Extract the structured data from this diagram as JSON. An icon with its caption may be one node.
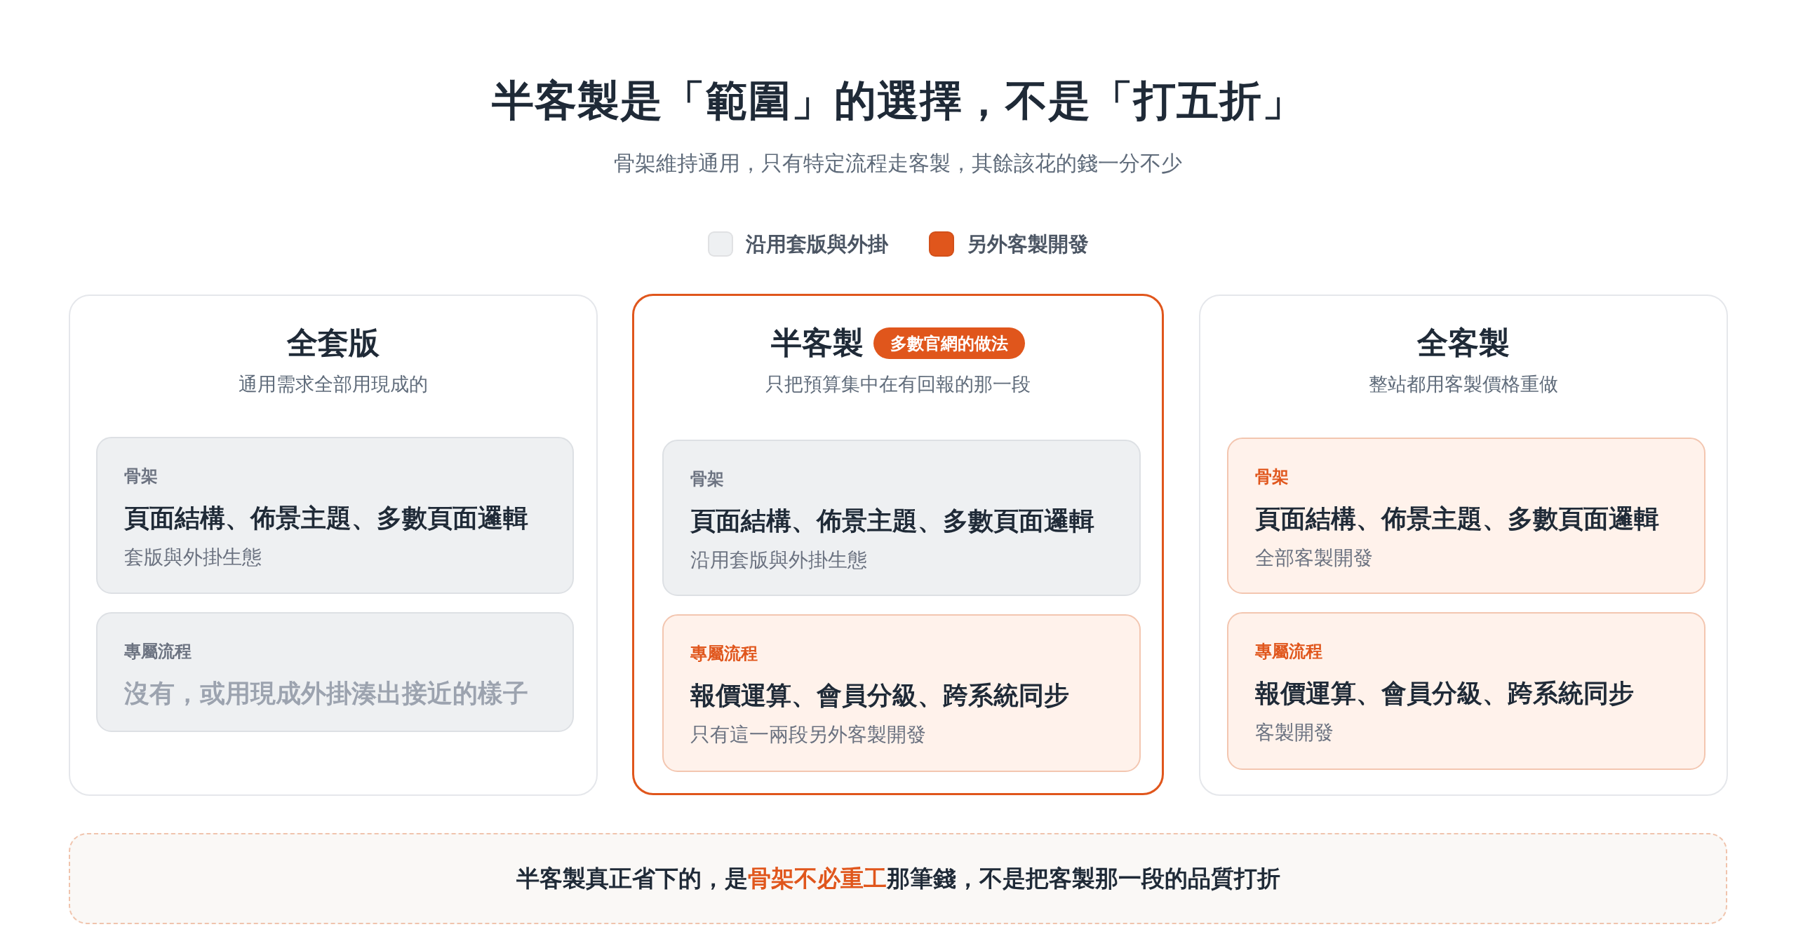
{
  "diagram": {
    "title": "半客製是「範圍」的選擇，不是「打五折」",
    "nodes": [
      {
        "text": [
          "全套版",
          "通用需求全部用現成的"
        ]
      },
      {
        "text": [
          "骨架",
          "頁面結構、佈景主題、多數頁面邏輯",
          "套版與外掛生態"
        ],
        "in": 0
      },
      {
        "text": [
          "專屬流程",
          "沒有，或用現成外掛湊出接近的樣子"
        ],
        "in": 0
      },
      {
        "text": [
          "半客製",
          "只把預算集中在有回報的那一段"
        ]
      },
      {
        "text": [
          "多數官網的做法"
        ],
        "in": 3
      },
      {
        "text": [
          "骨架",
          "頁面結構、佈景主題、多數頁面邏輯",
          "沿用套版與外掛生態"
        ],
        "in": 3
      },
      {
        "text": [
          "專屬流程",
          "報價運算、會員分級、跨系統同步",
          "只有這一兩段另外客製開發"
        ],
        "in": 3
      },
      {
        "text": [
          "全客製",
          "整站都用客製價格重做"
        ]
      },
      {
        "text": [
          "骨架",
          "頁面結構、佈景主題、多數頁面邏輯",
          "全部客製開發"
        ],
        "in": 7
      },
      {
        "text": [
          "專屬流程",
          "報價運算、會員分級、跨系統同步",
          "客製開發"
        ],
        "in": 7
      },
      {
        "text": [
          "半客製真正省下的，是**骨架不必重工**那筆錢，不是把客製那一段的品質打折"
        ]
      }
    ],
    "labels": [
      "骨架維持通用，只有特定流程走客製，其餘該花的錢一分不少"
    ],
    "legend": [
      {
        "text": "沿用套版與外掛",
        "color": "#eef0f2"
      },
      {
        "text": "另外客製開發",
        "color": "#e0561c"
      }
    ]
  }
}
